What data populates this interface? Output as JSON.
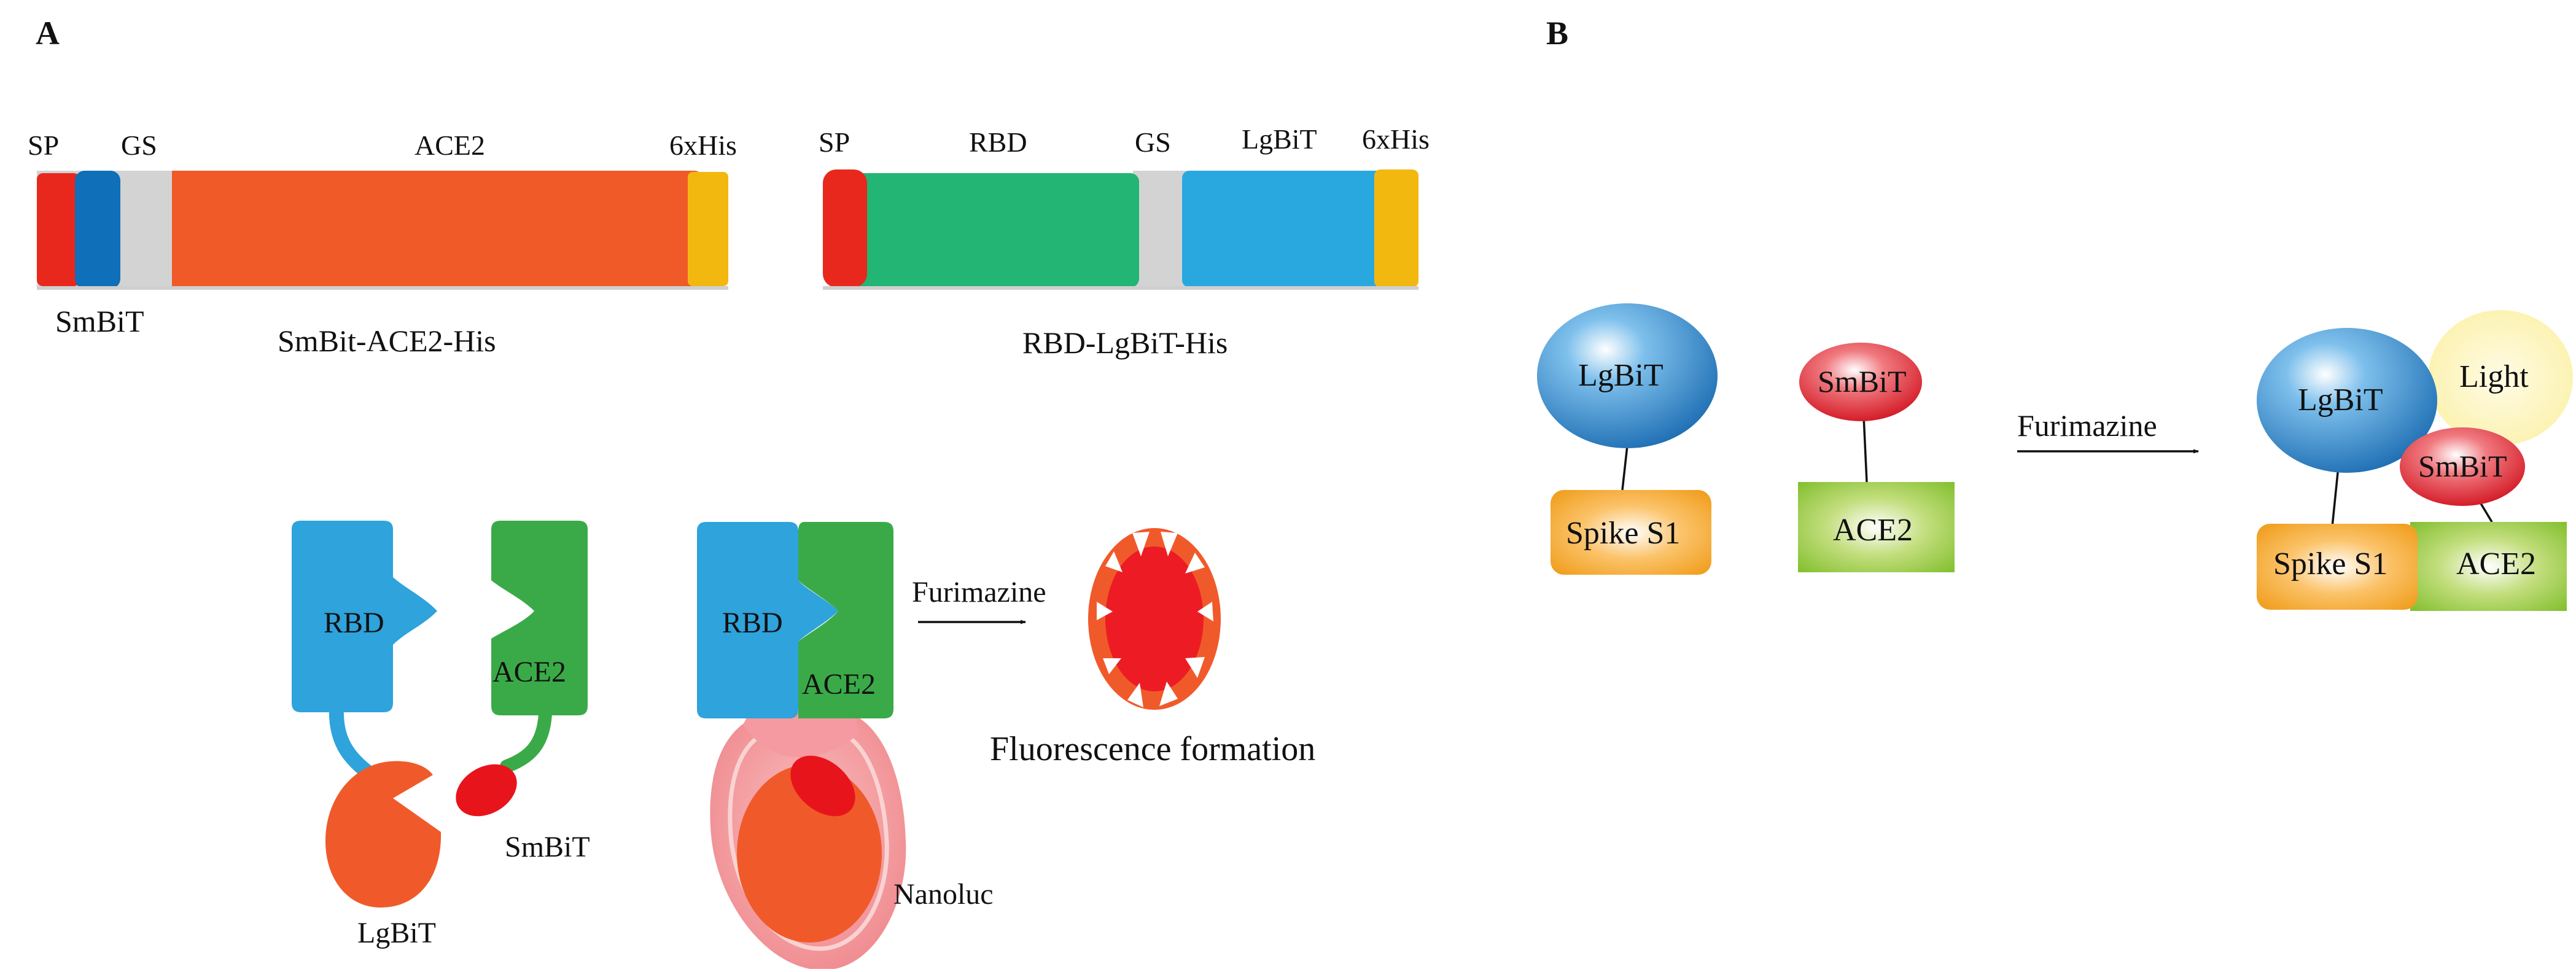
{
  "panels": {
    "a": "A",
    "b": "B"
  },
  "construct1": {
    "caption": "SmBit-ACE2-His",
    "labels": {
      "sp": "SP",
      "gs": "GS",
      "ace2": "ACE2",
      "his": "6xHis",
      "smbit": "SmBiT"
    }
  },
  "construct2": {
    "caption": "RBD-LgBiT-His",
    "labels": {
      "sp": "SP",
      "rbd": "RBD",
      "gs": "GS",
      "lgbit": "LgBiT",
      "his": "6xHis"
    }
  },
  "schematic_a": {
    "rbd": "RBD",
    "ace2": "ACE2",
    "lgbit": "LgBiT",
    "smbit": "SmBiT",
    "complex_rbd": "RBD",
    "complex_ace2": "ACE2",
    "nanoluc": "Nanoluc",
    "substrate": "Furimazine",
    "result": "Fluorescence formation"
  },
  "schematic_b": {
    "lgbit": "LgBiT",
    "spike": "Spike S1",
    "smbit": "SmBiT",
    "ace2": "ACE2",
    "substrate": "Furimazine",
    "complex_lgbit": "LgBiT",
    "light": "Light",
    "complex_smbit": "SmBiT",
    "complex_spike": "Spike S1",
    "complex_ace2": "ACE2"
  },
  "colors": {
    "sp_red": "#e8281c",
    "smbit_blue": "#0f6fb8",
    "gs_gray": "#d3d3d3",
    "ace2_orange": "#f05a28",
    "his_yellow": "#f3b80f",
    "rbd_green": "#22b573",
    "lgbit_cyan": "#29a8e0",
    "schem_blue": "#2ea3dc",
    "schem_green": "#3aaa48",
    "lgbit_orange": "#f05a2a",
    "smbit_red": "#e8141c"
  }
}
